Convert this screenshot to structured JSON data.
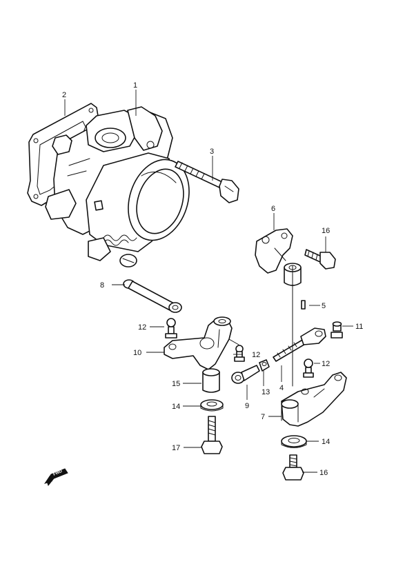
{
  "callouts": {
    "c1": "1",
    "c2": "2",
    "c3": "3",
    "c4": "4",
    "c5": "5",
    "c6": "6",
    "c7": "7",
    "c8": "8",
    "c9": "9",
    "c10": "10",
    "c11": "11",
    "c12a": "12",
    "c12b": "12",
    "c12c": "12",
    "c13": "13",
    "c14a": "14",
    "c14b": "14",
    "c15": "15",
    "c16a": "16",
    "c16b": "16",
    "c17": "17"
  },
  "direction_badge": {
    "label": "FWD",
    "icon": "forward-arrow-icon"
  },
  "colors": {
    "line": "#111111",
    "background": "#ffffff"
  }
}
